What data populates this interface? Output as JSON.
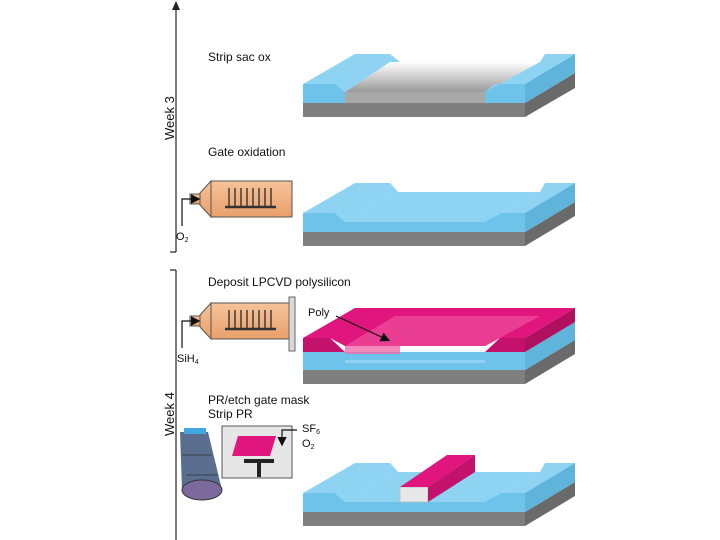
{
  "timeline": {
    "week3_label": "Week 3",
    "week4_label": "Week 4"
  },
  "steps": {
    "strip_sac_ox": "Strip sac ox",
    "gate_oxidation": "Gate oxidation",
    "deposit_poly": "Deposit LPCVD polysilicon",
    "pr_etch": "PR/etch gate mask",
    "strip_pr": "Strip PR"
  },
  "gases": {
    "o2_main": "O",
    "o2_sub": "2",
    "sih4_main": "SiH",
    "sih4_sub": "4",
    "sf6_main": "SF",
    "sf6_sub": "6",
    "o2b_main": "O",
    "o2b_sub": "2"
  },
  "callouts": {
    "poly": "Poly"
  },
  "colors": {
    "oxide": "#6ec3ea",
    "oxide_top": "#8fd3f3",
    "substrate": "#7f7f7f",
    "poly": "#e0157e",
    "furnace": "#f0b27f",
    "furnace_edge": "#555555"
  }
}
